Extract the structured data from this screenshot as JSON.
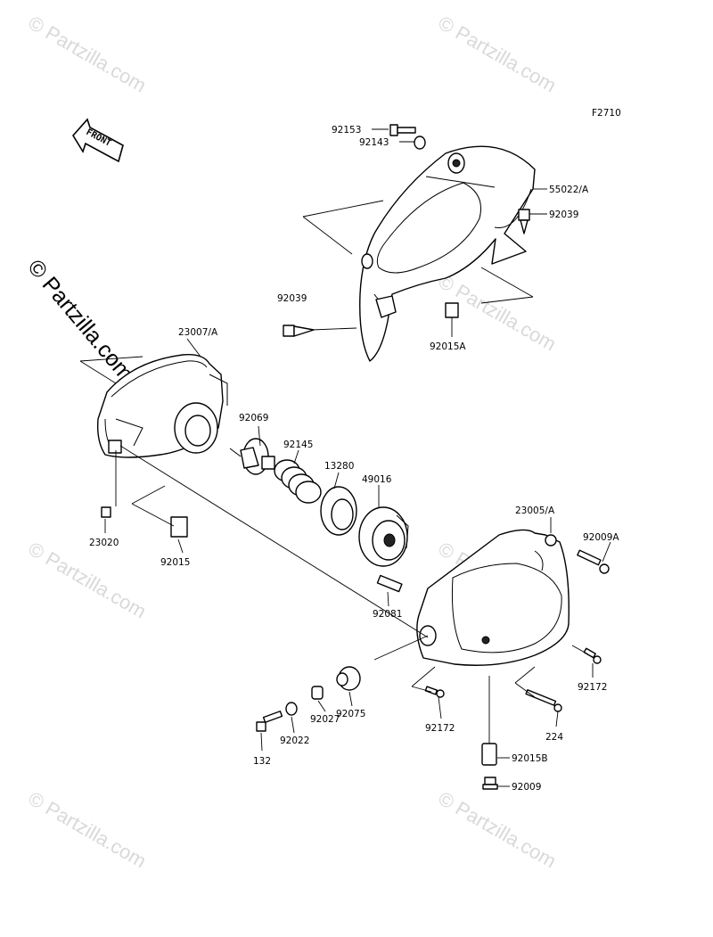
{
  "figure_code": "F2710",
  "front_arrow": "FRONT",
  "side_watermark": "© Partzilla.com",
  "watermark_text": "© Partzilla.com",
  "callouts": [
    {
      "id": "c92153",
      "text": "92153"
    },
    {
      "id": "c92143",
      "text": "92143"
    },
    {
      "id": "c55022",
      "text": "55022/A"
    },
    {
      "id": "c92039r",
      "text": "92039"
    },
    {
      "id": "c92039l",
      "text": "92039"
    },
    {
      "id": "c92015A",
      "text": "92015A"
    },
    {
      "id": "c23007",
      "text": "23007/A"
    },
    {
      "id": "c92069",
      "text": "92069"
    },
    {
      "id": "c92145",
      "text": "92145"
    },
    {
      "id": "c13280",
      "text": "13280"
    },
    {
      "id": "c49016",
      "text": "49016"
    },
    {
      "id": "c23005",
      "text": "23005/A"
    },
    {
      "id": "c92009A",
      "text": "92009A"
    },
    {
      "id": "c23020",
      "text": "23020"
    },
    {
      "id": "c92015",
      "text": "92015"
    },
    {
      "id": "c92081",
      "text": "92081"
    },
    {
      "id": "c92172r",
      "text": "92172"
    },
    {
      "id": "c92172c",
      "text": "92172"
    },
    {
      "id": "c224",
      "text": "224"
    },
    {
      "id": "c92075",
      "text": "92075"
    },
    {
      "id": "c92027",
      "text": "92027"
    },
    {
      "id": "c92022",
      "text": "92022"
    },
    {
      "id": "c132",
      "text": "132"
    },
    {
      "id": "c92015B",
      "text": "92015B"
    },
    {
      "id": "c92009",
      "text": "92009"
    }
  ]
}
